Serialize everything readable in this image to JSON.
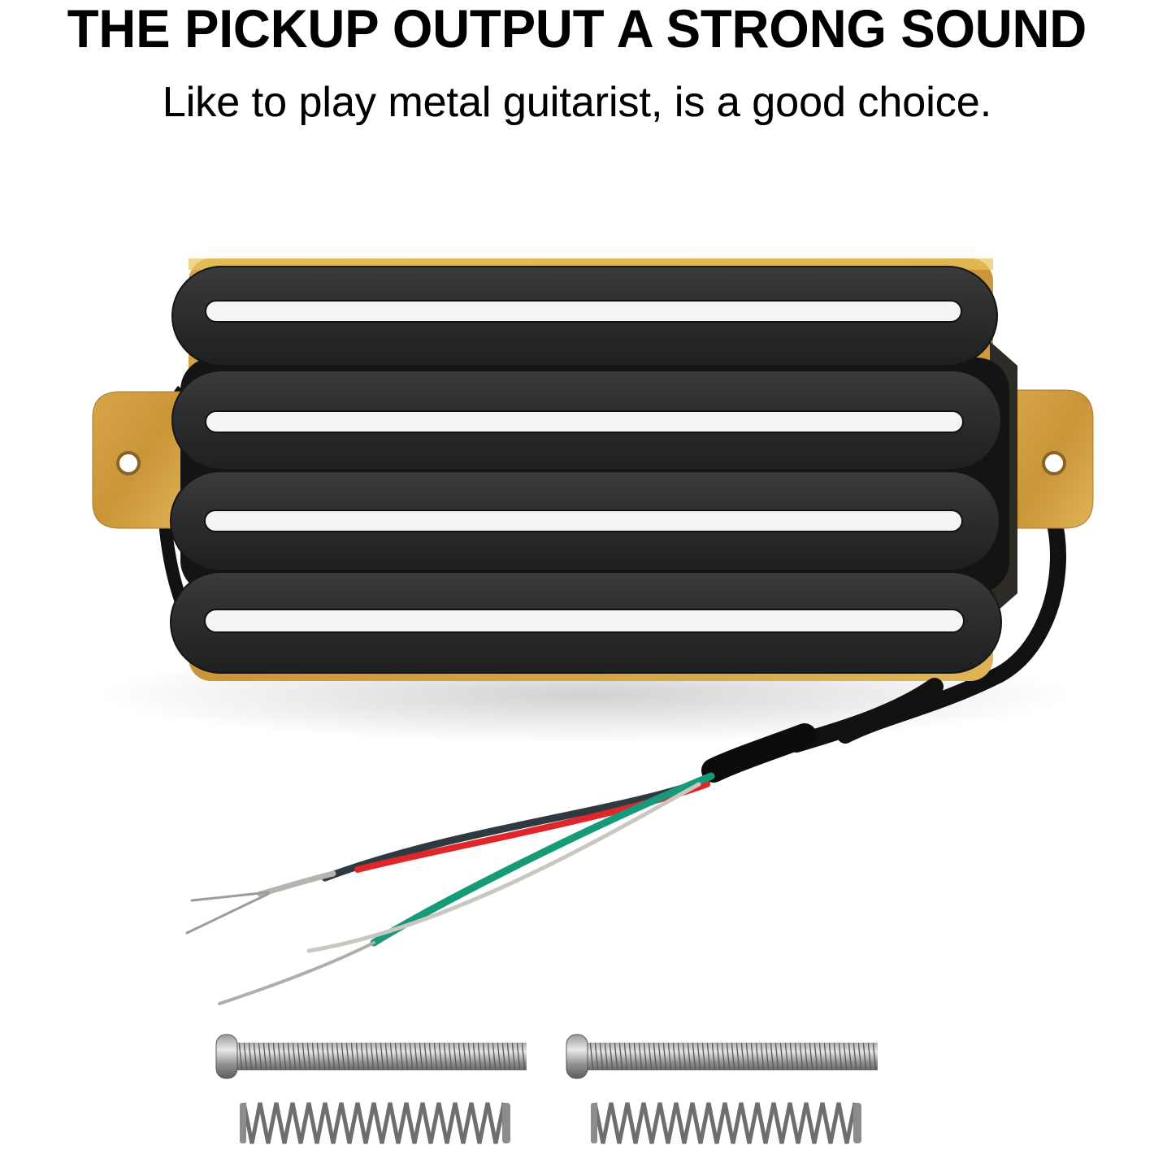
{
  "banner": {
    "headline": "THE PICKUP OUTPUT A STRONG SOUND",
    "subline": "Like to play metal guitarist, is a good choice."
  },
  "product": {
    "name": "dual-rail humbucker pickup",
    "rails": 4,
    "colors": {
      "rail_body": "#2b2c2e",
      "rail_blade": "#f4f4f2",
      "baseplate": "#d9a441",
      "mount_tab": "#cf9b3e",
      "cable": "#111111"
    },
    "wires": [
      {
        "color": "#2f3a40",
        "label": "black"
      },
      {
        "color": "#e0262b",
        "label": "red"
      },
      {
        "color": "#169a7a",
        "label": "green"
      },
      {
        "color": "#c9c7bf",
        "label": "bare"
      }
    ],
    "accessories": {
      "screws": 2,
      "springs": 2
    }
  }
}
